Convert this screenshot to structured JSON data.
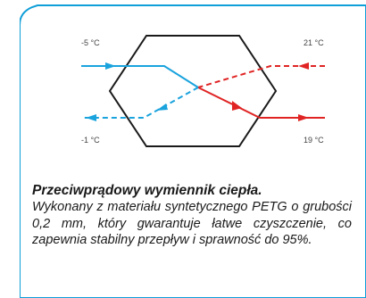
{
  "diagram": {
    "temps": {
      "top_left": "-5 °C",
      "top_right": "21 °C",
      "bottom_left": "-1 °C",
      "bottom_right": "19 °C"
    },
    "colors": {
      "cold": "#1aa3dd",
      "warm": "#e02424",
      "frame": "#0e9ed8",
      "hexagon": "#1a1a1a"
    }
  },
  "caption": {
    "title": "Przeciwprądowy wymiennik ciepła.",
    "body": "Wykonany z materiału syntetycznego PETG o grubości 0,2 mm, który gwarantuje łatwe czyszczenie, co zapewnia stabilny przepływ i sprawność do 95%."
  }
}
